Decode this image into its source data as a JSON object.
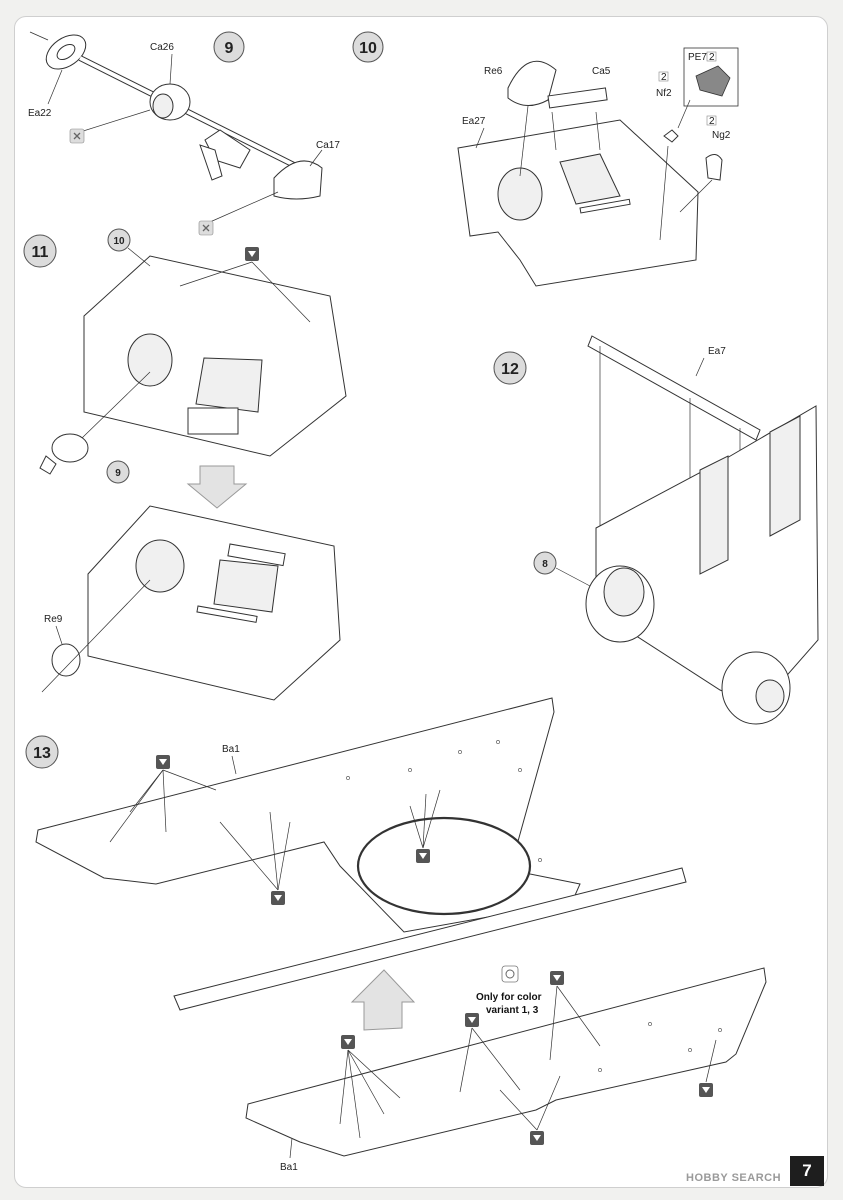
{
  "page": {
    "number": "7",
    "watermark": "HOBBY SEARCH"
  },
  "steps": {
    "s9": {
      "number": "9",
      "labels": {
        "ea22": "Ea22",
        "ca26": "Ca26",
        "ca17": "Ca17"
      }
    },
    "s10": {
      "number": "10",
      "labels": {
        "re6": "Re6",
        "ca5": "Ca5",
        "ea27": "Ea27",
        "pe7": "PE7",
        "pe7_qty": "2",
        "nf2": "Nf2",
        "nf2_qty": "2",
        "ng2": "Ng2",
        "ng2_qty": "2"
      }
    },
    "s11": {
      "number": "11",
      "callout_top": "10",
      "callout_left": "9",
      "labels": {
        "re9": "Re9"
      }
    },
    "s12": {
      "number": "12",
      "callout": "8",
      "labels": {
        "ea7": "Ea7"
      }
    },
    "s13": {
      "number": "13",
      "labels": {
        "ba1_top": "Ba1",
        "ba1_bottom": "Ba1"
      },
      "note_line1": "Only for color",
      "note_line2": "variant 1, 3"
    }
  },
  "icons": {
    "drill": "drill-hole-icon",
    "cut": "cut-off-icon",
    "arrow": "assembly-direction-arrow-icon",
    "paint": "color-variant-icon"
  }
}
